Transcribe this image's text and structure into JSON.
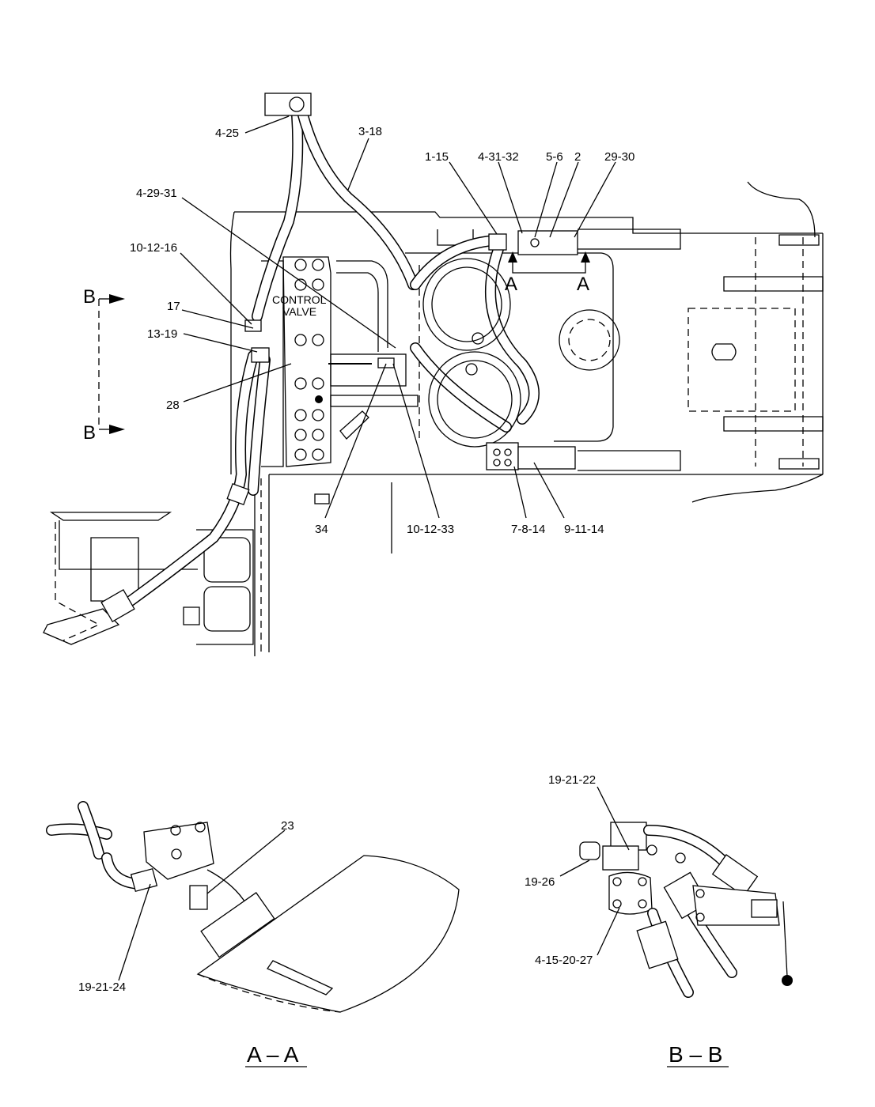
{
  "diagram": {
    "component_label": [
      "CONTROL",
      "VALVE"
    ],
    "callouts": [
      "4-25",
      "3-18",
      "1-15",
      "4-31-32",
      "5-6",
      "2",
      "29-30",
      "4-29-31",
      "10-12-16",
      "17",
      "13-19",
      "28",
      "34",
      "10-12-33",
      "7-8-14",
      "9-11-14",
      "23",
      "19-21-24",
      "19-21-22",
      "19-26",
      "4-15-20-27"
    ],
    "section_marks": {
      "a_left": "A",
      "a_right": "A",
      "b_top": "B",
      "b_bottom": "B"
    },
    "section_titles": {
      "aa": "A – A",
      "bb": "B – B"
    }
  }
}
